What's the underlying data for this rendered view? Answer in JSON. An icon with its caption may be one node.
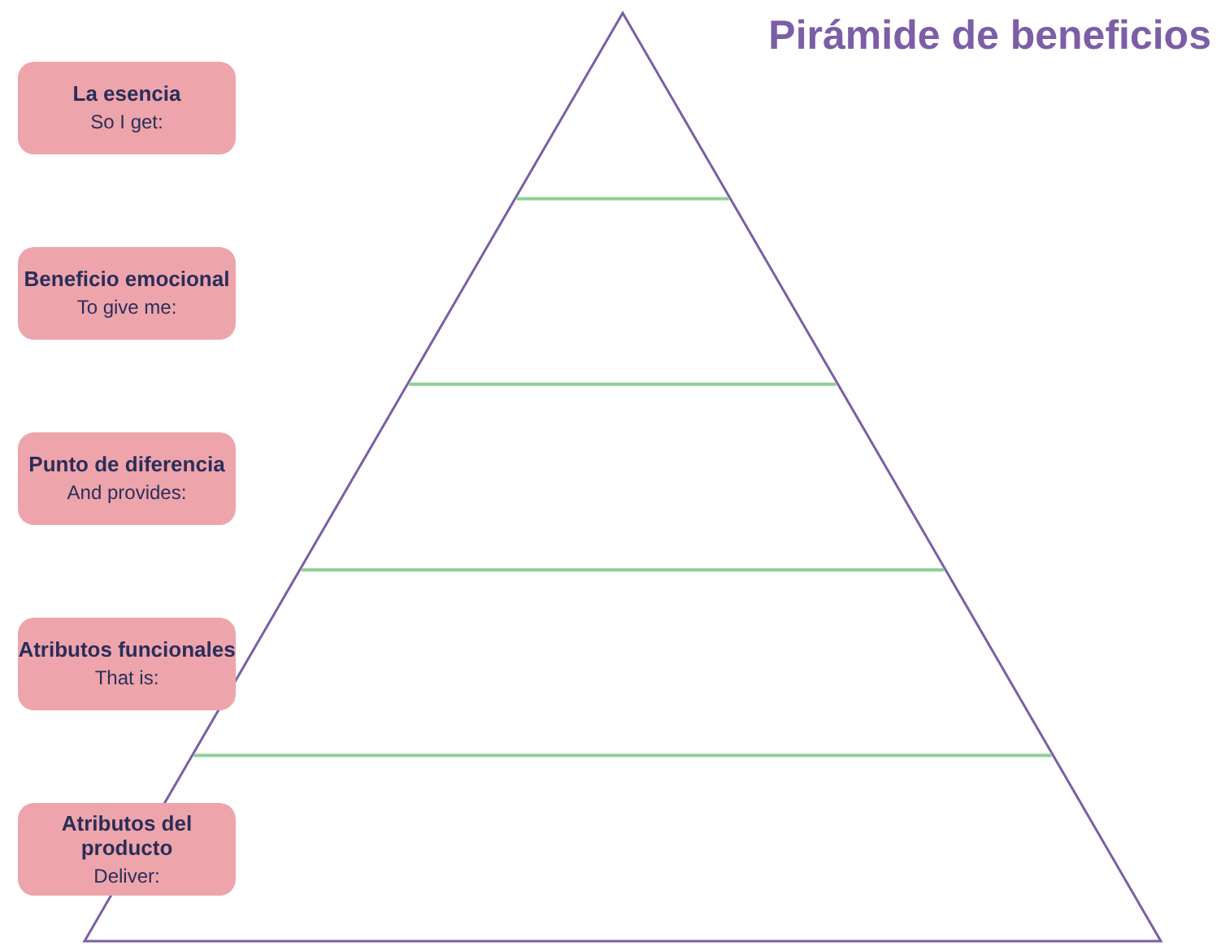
{
  "diagram": {
    "title": "Pirámide de beneficios",
    "nodes": [
      {
        "text": [
          "La esencia",
          "So I get:"
        ]
      },
      {
        "text": [
          "Beneficio emocional",
          "To give me:"
        ]
      },
      {
        "text": [
          "Punto de diferencia",
          "And provides:"
        ]
      },
      {
        "text": [
          "Atributos funcionales",
          "That is:"
        ]
      },
      {
        "text": [
          "Atributos del producto",
          "Deliver:"
        ]
      }
    ],
    "edges": []
  }
}
